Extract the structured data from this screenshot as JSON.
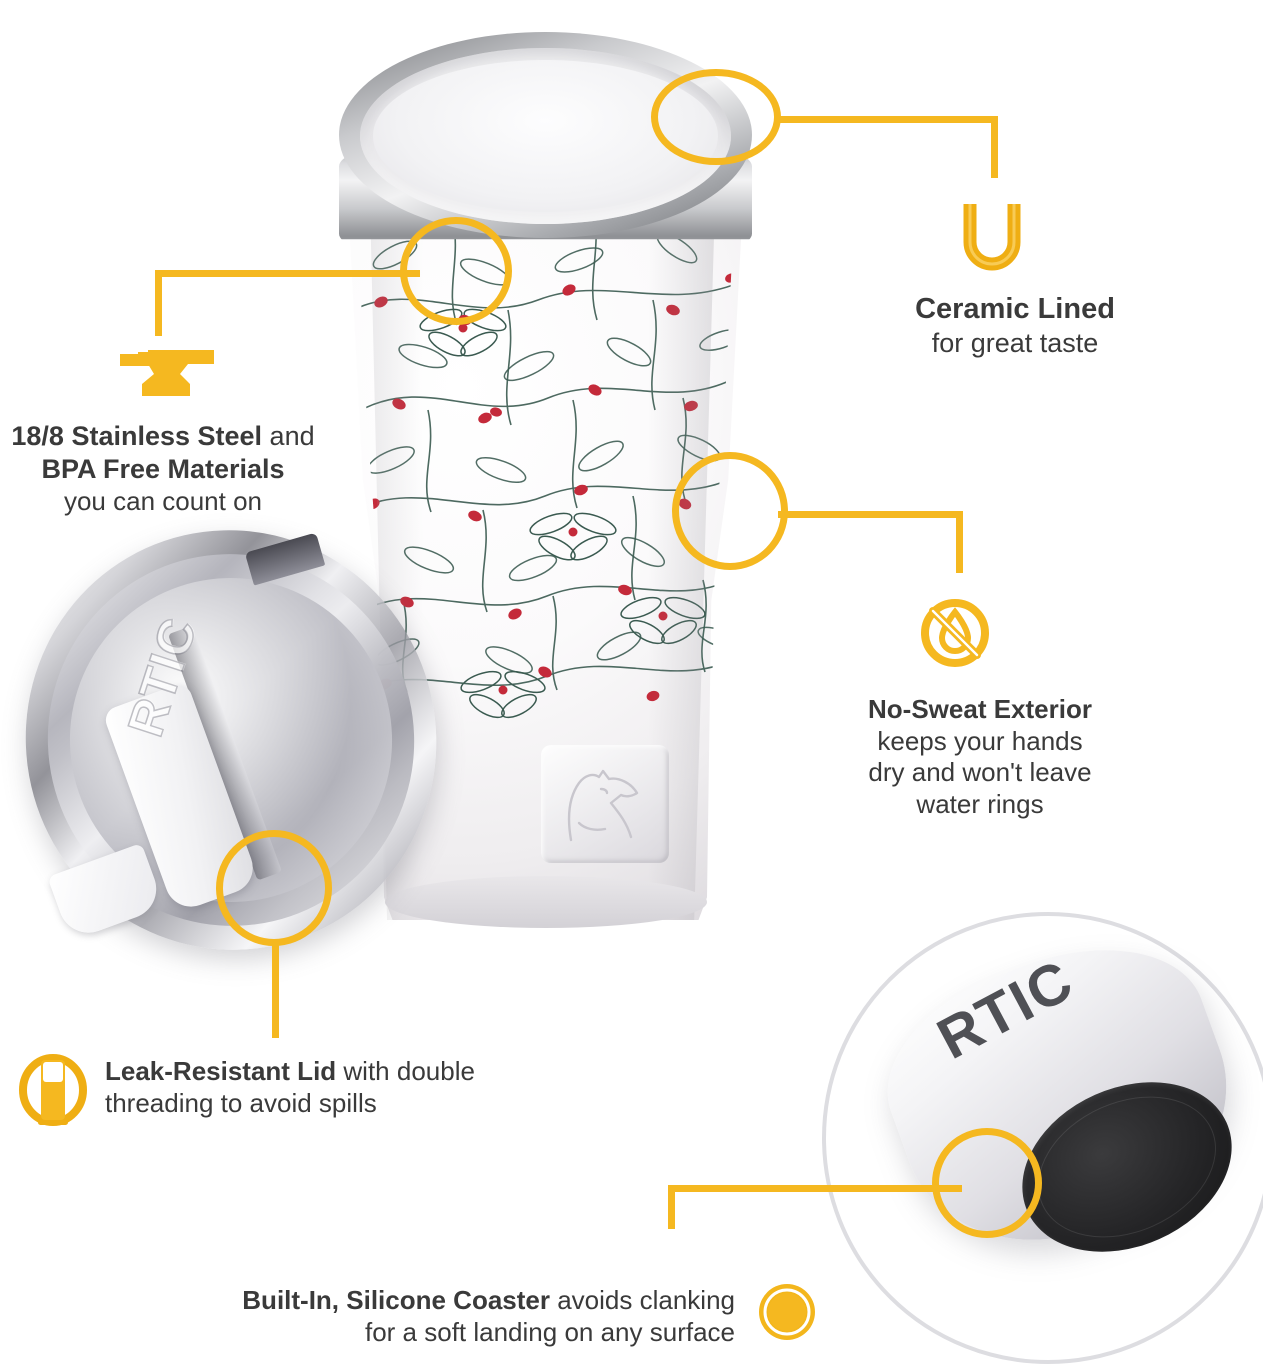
{
  "product": {
    "brand": "RTIC",
    "brand_logo_text": "RTIC",
    "lid_logo_text": "RTIC"
  },
  "colors": {
    "accent_yellow": "#F5B820",
    "text_dark": "#3a3a3a",
    "vine_green": "#3a5a50",
    "berry_red": "#c42a3a",
    "coaster_black": "#1d1d1f",
    "bubble_border": "#dddde1"
  },
  "callouts": [
    {
      "id": "ceramic-lined",
      "icon": "cup-u-icon",
      "heading": "Ceramic Lined",
      "body": "for great taste",
      "align": "center"
    },
    {
      "id": "stainless-steel",
      "icon": "anvil-icon",
      "heading": "18/8 Stainless Steel",
      "heading_suffix": " and",
      "heading_line2": "BPA Free Materials",
      "body": "you can count on",
      "align": "center"
    },
    {
      "id": "no-sweat-exterior",
      "icon": "no-water-drop-icon",
      "heading": "No-Sweat Exterior",
      "body_line1": "keeps your hands",
      "body_line2": "dry and won't leave",
      "body_line3": "water rings",
      "align": "center"
    },
    {
      "id": "leak-resistant-lid",
      "icon": "lid-slider-icon",
      "heading": "Leak-Resistant Lid",
      "heading_suffix": " with double",
      "body": "threading to avoid spills",
      "align": "left"
    },
    {
      "id": "silicone-coaster",
      "icon": "coaster-circle-icon",
      "heading": "Built-In, Silicone Coaster",
      "heading_suffix": " avoids clanking",
      "body": "for a soft landing on any surface",
      "align": "right"
    }
  ],
  "hotspots": [
    {
      "id": "hotspot-ceramic-rim",
      "target": "tumbler inner rim"
    },
    {
      "id": "hotspot-steel-body",
      "target": "tumbler patterned wall"
    },
    {
      "id": "hotspot-no-sweat-wall",
      "target": "tumbler lower wall"
    },
    {
      "id": "hotspot-lid-seal",
      "target": "lid sealing edge"
    },
    {
      "id": "hotspot-coaster-base",
      "target": "black silicone base"
    }
  ]
}
